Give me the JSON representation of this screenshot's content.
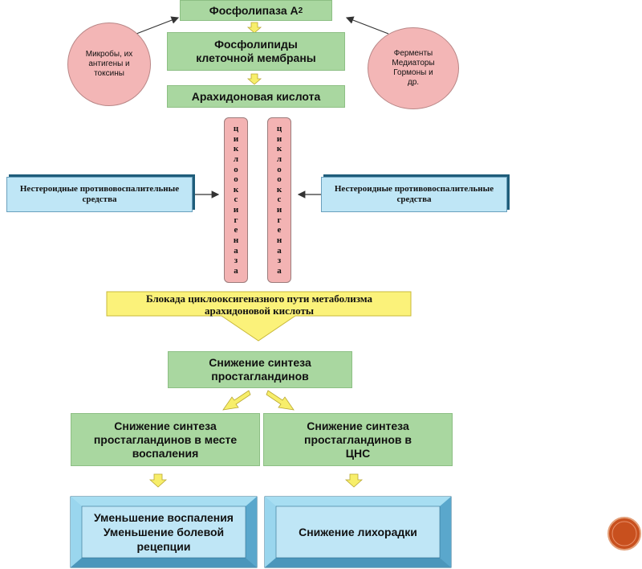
{
  "top": {
    "phospholipase_name": "Фосфолипаза А",
    "phospholipase_sub": "2",
    "phospholipids": "Фосфолипиды клеточной мембраны",
    "arachidonic": "Арахидоновая кислота"
  },
  "circles": {
    "left": "Микробы, их антигены и токсины",
    "right": "Ферменты Медиаторы Гормоны и др."
  },
  "cyclooxygenase": [
    "ц",
    "и",
    "к",
    "л",
    "о",
    "о",
    "к",
    "с",
    "и",
    "г",
    "е",
    "н",
    "а",
    "з",
    "а"
  ],
  "nsaids": {
    "left": "Нестероидные противовоспалительные средства",
    "right": "Нестероидные противовоспалительные средства"
  },
  "blockade": "Блокада циклооксигеназного пути метаболизма арахидоновой кислоты",
  "reduction": "Снижение синтеза простагландинов",
  "branches": {
    "left": "Снижение синтеза простагландинов в месте воспаления",
    "right": "Снижение синтеза простагландинов в ЦНС"
  },
  "outcomes": {
    "left": "Уменьшение воспаления Уменьшение болевой рецепции",
    "right": "Снижение лихорадки"
  },
  "colors": {
    "green": "#a9d7a0",
    "pink": "#f3b6b6",
    "blue": "#bfe6f6",
    "yellow": "#fbf27a",
    "accent_circle": "#c8501e"
  }
}
